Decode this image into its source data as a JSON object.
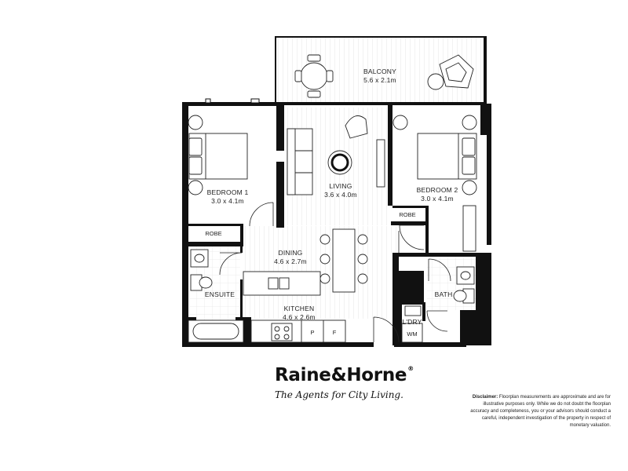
{
  "rooms": {
    "balcony": {
      "name": "BALCONY",
      "dims": "5.6 x 2.1m"
    },
    "bedroom1": {
      "name": "BEDROOM 1",
      "dims": "3.0 x 4.1m"
    },
    "living": {
      "name": "LIVING",
      "dims": "3.6 x 4.0m"
    },
    "bedroom2": {
      "name": "BEDROOM 2",
      "dims": "3.0 x 4.1m"
    },
    "robe1": {
      "name": "ROBE"
    },
    "robe2": {
      "name": "ROBE"
    },
    "dining": {
      "name": "DINING",
      "dims": "4.6 x 2.7m"
    },
    "ensuite": {
      "name": "ENSUITE"
    },
    "kitchen": {
      "name": "KITCHEN",
      "dims": "4.6 x 2.6m"
    },
    "bath": {
      "name": "BATH"
    },
    "laundry": {
      "name": "L'DRY"
    }
  },
  "appliances": {
    "pantry": "P",
    "fridge": "F",
    "washing_machine": "WM"
  },
  "brand": {
    "name": "Raine&Horne",
    "reg": "®",
    "tagline": "The Agents for City Living."
  },
  "disclaimer": {
    "label": "Disclaimer:",
    "text": "Floorplan measurements are approximate and are for illustrative purposes only. While we do not doubt the floorplan accuracy and completeness, you or your advisors should conduct a careful, independent investigation of the property in respect of monetary valuation."
  },
  "colors": {
    "wall": "#111111",
    "floor_lines": "#e4e4e4",
    "fixture": "#333333"
  }
}
